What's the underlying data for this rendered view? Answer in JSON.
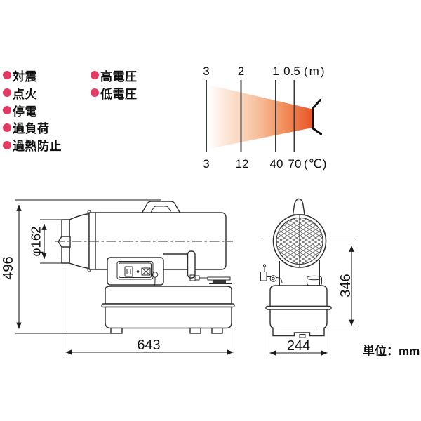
{
  "features": {
    "bullet_color": "#e23c64",
    "left_column": [
      "対震",
      "点火",
      "停電",
      "過負荷",
      "過熱防止"
    ],
    "right_column": [
      "高電圧",
      "低電圧"
    ]
  },
  "heat_chart": {
    "distance_labels": [
      "3",
      "2",
      "1",
      "0.5"
    ],
    "distance_unit": "(m)",
    "temp_labels": [
      "3",
      "12",
      "40",
      "70"
    ],
    "temp_unit": "(℃)",
    "gradient_start_color": "#ffffff",
    "gradient_end_color": "#e9552a"
  },
  "chart_data": {
    "type": "area",
    "x_distance_m": [
      3,
      2,
      1,
      0.5
    ],
    "temperature_c": [
      3,
      12,
      40,
      70
    ],
    "x_unit": "m",
    "value_unit": "℃"
  },
  "drawings": {
    "side_view": {
      "height_label": "496",
      "nozzle_diameter_label": "φ162",
      "length_label": "643"
    },
    "rear_view": {
      "height_label": "346",
      "width_label": "244"
    },
    "unit_note": "単位：mm"
  }
}
